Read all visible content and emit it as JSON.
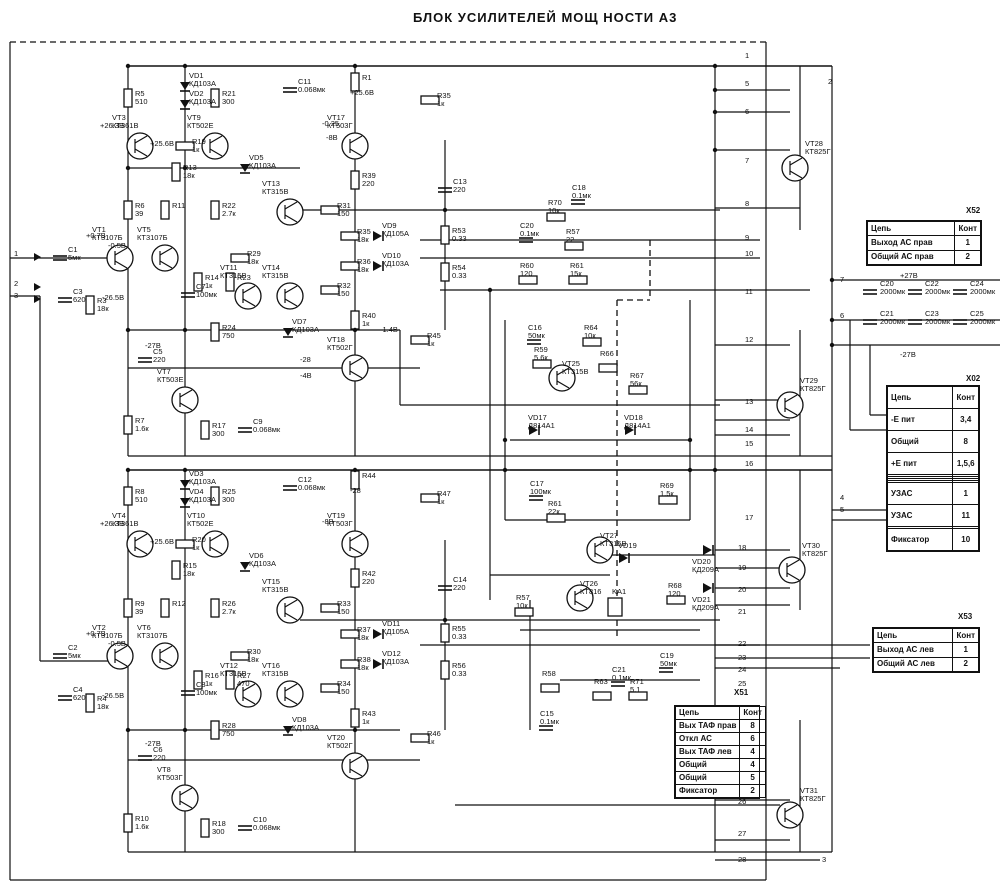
{
  "title": "БЛОК УСИЛИТЕЛЕЙ МОЩ НОСТИ А3",
  "upper_channel": {
    "transistors": [
      {
        "ref": "VT3",
        "type": "КТ361В"
      },
      {
        "ref": "VT9",
        "type": "КТ502Е"
      },
      {
        "ref": "VT1",
        "type": "КТ3107Б"
      },
      {
        "ref": "VT5",
        "type": "КТ3107Б"
      },
      {
        "ref": "VT11",
        "type": "КТ315В"
      },
      {
        "ref": "VT13",
        "type": "КТ315В"
      },
      {
        "ref": "VT14",
        "type": "КТ315В"
      },
      {
        "ref": "VT17",
        "type": "КТ503Г"
      },
      {
        "ref": "VT18",
        "type": "КТ502Г"
      },
      {
        "ref": "VT7",
        "type": "КТ503Е"
      }
    ],
    "diodes": [
      {
        "ref": "VD1",
        "type": "КД103А"
      },
      {
        "ref": "VD2",
        "type": "КД103А"
      },
      {
        "ref": "VD5",
        "type": "КД103А"
      },
      {
        "ref": "VD7",
        "type": "КД103А"
      },
      {
        "ref": "VD9",
        "type": "КД105А"
      },
      {
        "ref": "VD10",
        "type": "КД103А"
      }
    ],
    "voltages": [
      "+26.3В",
      "+25.6В",
      "+0.7В",
      "-0.5В",
      "-26.5В",
      "-27В",
      "+25.6В",
      "-0.25",
      "-8В",
      "-1.4В",
      "-28",
      "-4В"
    ],
    "resistors": [
      {
        "ref": "R5",
        "v": "510"
      },
      {
        "ref": "R19",
        "v": "1к"
      },
      {
        "ref": "R13",
        "v": "18к"
      },
      {
        "ref": "R21",
        "v": "300"
      },
      {
        "ref": "R6",
        "v": "39"
      },
      {
        "ref": "R11",
        "v": ""
      },
      {
        "ref": "R22",
        "v": "2.7к"
      },
      {
        "ref": "R29",
        "v": "18к"
      },
      {
        "ref": "R14",
        "v": "1к"
      },
      {
        "ref": "R23",
        "v": ""
      },
      {
        "ref": "R24",
        "v": "750"
      },
      {
        "ref": "R3",
        "v": "18к"
      },
      {
        "ref": "R7",
        "v": "1.6к"
      },
      {
        "ref": "R17",
        "v": "300"
      },
      {
        "ref": "R1",
        "v": ""
      },
      {
        "ref": "R35",
        "v": "1к"
      },
      {
        "ref": "R39",
        "v": "220"
      },
      {
        "ref": "R31",
        "v": "150"
      },
      {
        "ref": "R35",
        "v": "18к"
      },
      {
        "ref": "R36",
        "v": "18к"
      },
      {
        "ref": "R32",
        "v": "150"
      },
      {
        "ref": "R53",
        "v": "0.33"
      },
      {
        "ref": "R54",
        "v": "0.33"
      },
      {
        "ref": "R40",
        "v": "1к"
      },
      {
        "ref": "R45",
        "v": "1к"
      }
    ],
    "capacitors": [
      {
        "ref": "C1",
        "v": "5мк"
      },
      {
        "ref": "C3",
        "v": "620"
      },
      {
        "ref": "C5",
        "v": "220"
      },
      {
        "ref": "C7",
        "v": "100мк"
      },
      {
        "ref": "C9",
        "v": "0.068мк"
      },
      {
        "ref": "C11",
        "v": "0.068мк"
      },
      {
        "ref": "C13",
        "v": "220"
      }
    ]
  },
  "protection": {
    "parts": [
      {
        "ref": "C18",
        "v": "0.1мк"
      },
      {
        "ref": "R70",
        "v": "10к"
      },
      {
        "ref": "C20",
        "v": "0.1мк"
      },
      {
        "ref": "R57",
        "v": "22"
      },
      {
        "ref": "R60",
        "v": "120"
      },
      {
        "ref": "R61",
        "v": "15к"
      },
      {
        "ref": "C16",
        "v": "50мк"
      },
      {
        "ref": "R64",
        "v": "10к"
      },
      {
        "ref": "R59",
        "v": "5.6к"
      },
      {
        "ref": "VT25",
        "v": "КТ315В"
      },
      {
        "ref": "R66",
        "v": ""
      },
      {
        "ref": "R67",
        "v": "56к"
      },
      {
        "ref": "VD17",
        "v": "Д814А1"
      },
      {
        "ref": "VD18",
        "v": "Д814А1"
      },
      {
        "ref": "C17",
        "v": "100мк"
      },
      {
        "ref": "R61",
        "v": "22к"
      },
      {
        "ref": "R69",
        "v": "1.5к"
      },
      {
        "ref": "VT27",
        "v": "КТ315В"
      },
      {
        "ref": "VD19",
        "v": ""
      },
      {
        "ref": "VT26",
        "v": "КТ816"
      },
      {
        "ref": "KA1",
        "v": ""
      },
      {
        "ref": "R68",
        "v": "120"
      },
      {
        "ref": "R57",
        "v": "10к"
      },
      {
        "ref": "R58",
        "v": ""
      },
      {
        "ref": "C15",
        "v": "0.1мк"
      },
      {
        "ref": "C21",
        "v": "0.1мк"
      },
      {
        "ref": "R71",
        "v": "5.1"
      },
      {
        "ref": "C19",
        "v": "50мк"
      },
      {
        "ref": "R63",
        "v": ""
      }
    ]
  },
  "outputs": [
    {
      "ref": "VT28",
      "type": "КТ825Г"
    },
    {
      "ref": "VT29",
      "type": "КТ825Г"
    },
    {
      "ref": "VT30",
      "type": "КТ825Г"
    },
    {
      "ref": "VT31",
      "type": "КТ825Г"
    },
    {
      "ref": "VD20",
      "type": "КД209А"
    },
    {
      "ref": "VD21",
      "type": "КД209А"
    }
  ],
  "supply_caps": [
    {
      "ref": "C20",
      "v": "2000мк"
    },
    {
      "ref": "C22",
      "v": "2000мк"
    },
    {
      "ref": "C24",
      "v": "2000мк"
    },
    {
      "ref": "C21",
      "v": "2000мк"
    },
    {
      "ref": "C23",
      "v": "2000мк"
    },
    {
      "ref": "C25",
      "v": "2000мк"
    }
  ],
  "supply_voltages": {
    "pos": "+27В",
    "neg": "-27В"
  },
  "lower_channel": {
    "transistors": [
      {
        "ref": "VT4",
        "type": "КТ361В"
      },
      {
        "ref": "VT10",
        "type": "КТ502Е"
      },
      {
        "ref": "VT2",
        "type": "КТ3107Б"
      },
      {
        "ref": "VT6",
        "type": "КТ3107Б"
      },
      {
        "ref": "VT12",
        "type": "КТ315В"
      },
      {
        "ref": "VT15",
        "type": "КТ315В"
      },
      {
        "ref": "VT16",
        "type": "КТ315В"
      },
      {
        "ref": "VT19",
        "type": "КТ503Г"
      },
      {
        "ref": "VT20",
        "type": "КТ502Г"
      },
      {
        "ref": "VT8",
        "type": "КТ503Г"
      }
    ],
    "diodes": [
      {
        "ref": "VD3",
        "type": "КД103А"
      },
      {
        "ref": "VD4",
        "type": "КД103А"
      },
      {
        "ref": "VD6",
        "type": "КД103А"
      },
      {
        "ref": "VD8",
        "type": "КД103А"
      },
      {
        "ref": "VD11",
        "type": "КД105А"
      },
      {
        "ref": "VD12",
        "type": "КД103А"
      }
    ],
    "voltages": [
      "+26.3В",
      "+25.6В",
      "+0.7В",
      "-0.5В",
      "-26.5В",
      "-27В",
      "-28",
      "-8В"
    ],
    "resistors": [
      {
        "ref": "R8",
        "v": "510"
      },
      {
        "ref": "R20",
        "v": "1к"
      },
      {
        "ref": "R15",
        "v": "18к"
      },
      {
        "ref": "R25",
        "v": "300"
      },
      {
        "ref": "R9",
        "v": "39"
      },
      {
        "ref": "R12",
        "v": ""
      },
      {
        "ref": "R26",
        "v": "2.7к"
      },
      {
        "ref": "R30",
        "v": "18к"
      },
      {
        "ref": "R16",
        "v": "1к"
      },
      {
        "ref": "R27",
        "v": "470"
      },
      {
        "ref": "R28",
        "v": "750"
      },
      {
        "ref": "R4",
        "v": "18к"
      },
      {
        "ref": "R10",
        "v": "1.6к"
      },
      {
        "ref": "R18",
        "v": "300"
      },
      {
        "ref": "R44",
        "v": ""
      },
      {
        "ref": "R47",
        "v": "1к"
      },
      {
        "ref": "R42",
        "v": "220"
      },
      {
        "ref": "R33",
        "v": "150"
      },
      {
        "ref": "R37",
        "v": "18к"
      },
      {
        "ref": "R38",
        "v": "18к"
      },
      {
        "ref": "R34",
        "v": "150"
      },
      {
        "ref": "R55",
        "v": "0.33"
      },
      {
        "ref": "R56",
        "v": "0.33"
      },
      {
        "ref": "R43",
        "v": "1к"
      },
      {
        "ref": "R46",
        "v": "1к"
      }
    ],
    "capacitors": [
      {
        "ref": "C2",
        "v": "5мк"
      },
      {
        "ref": "C4",
        "v": "620"
      },
      {
        "ref": "C6",
        "v": "220"
      },
      {
        "ref": "C8",
        "v": "100мк"
      },
      {
        "ref": "C10",
        "v": "0.068мк"
      },
      {
        "ref": "C12",
        "v": "0.068мк"
      },
      {
        "ref": "C14",
        "v": "220"
      }
    ]
  },
  "inputs": [
    "1",
    "2",
    "3"
  ],
  "wire_numbers": [
    "1",
    "5",
    "2",
    "6",
    "7",
    "8",
    "9",
    "10",
    "11",
    "12",
    "13",
    "14",
    "15",
    "16",
    "17",
    "18",
    "19",
    "20",
    "21",
    "22",
    "23",
    "24",
    "25",
    "26",
    "27",
    "28",
    "3",
    "4",
    "5",
    "6",
    "7"
  ],
  "connectors": {
    "x52": {
      "tag": "X52",
      "header": [
        "Цепь",
        "Конт"
      ],
      "rows": [
        [
          "Выход АС прав",
          "1"
        ],
        [
          "Общий АС прав",
          "2"
        ]
      ]
    },
    "x02": {
      "tag": "X02",
      "header": [
        "Цепь",
        "Конт"
      ],
      "rows": [
        [
          "-Е пит",
          "3,4"
        ],
        [
          "Общий",
          "8"
        ],
        [
          "+Е пит",
          "1,5,6"
        ],
        [
          "",
          ""
        ],
        [
          "",
          ""
        ],
        [
          "",
          ""
        ],
        [
          "",
          ""
        ],
        [
          "УЗАС",
          "1"
        ],
        [
          "УЗАС",
          "11"
        ],
        [
          "",
          ""
        ],
        [
          "Фиксатор",
          "10"
        ]
      ]
    },
    "x53": {
      "tag": "X53",
      "header": [
        "Цепь",
        "Конт"
      ],
      "rows": [
        [
          "Выход АС лев",
          "1"
        ],
        [
          "Общий АС лев",
          "2"
        ]
      ]
    },
    "x51": {
      "tag": "X51",
      "header": [
        "Цепь",
        "Конт"
      ],
      "rows": [
        [
          "Вых ТАФ прав",
          "8"
        ],
        [
          "Откл АС",
          "6"
        ],
        [
          "Вых ТАФ лев",
          "4"
        ],
        [
          "Общий",
          "4"
        ],
        [
          "Общий",
          "5"
        ],
        [
          "Фиксатор",
          "2"
        ]
      ]
    }
  }
}
